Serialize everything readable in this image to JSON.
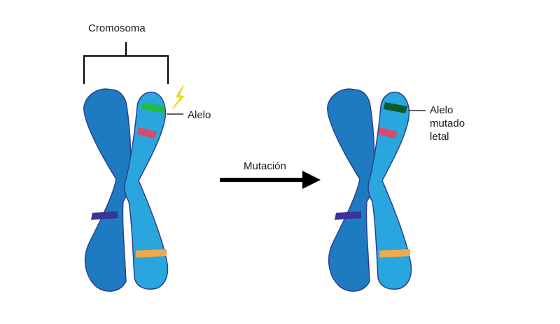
{
  "labels": {
    "chromosome": "Cromosoma",
    "allele": "Alelo",
    "mutation": "Mutación",
    "lethal_allele": [
      "Alelo",
      "mutado",
      "letal"
    ]
  },
  "colors": {
    "chromosome_dark": "#1e7bc2",
    "chromosome_light": "#2aa6de",
    "outline": "#2b3e8f",
    "allele_normal": "#22bb44",
    "allele_lethal": "#0f5a2a",
    "band_pink": "#d94a6a",
    "band_purple": "#3a3499",
    "band_orange": "#f2a94a",
    "arrow": "#000000",
    "lightning": "#f2e600"
  },
  "icons": [
    "chromosome-icon",
    "lightning-icon",
    "arrow-right-icon"
  ]
}
